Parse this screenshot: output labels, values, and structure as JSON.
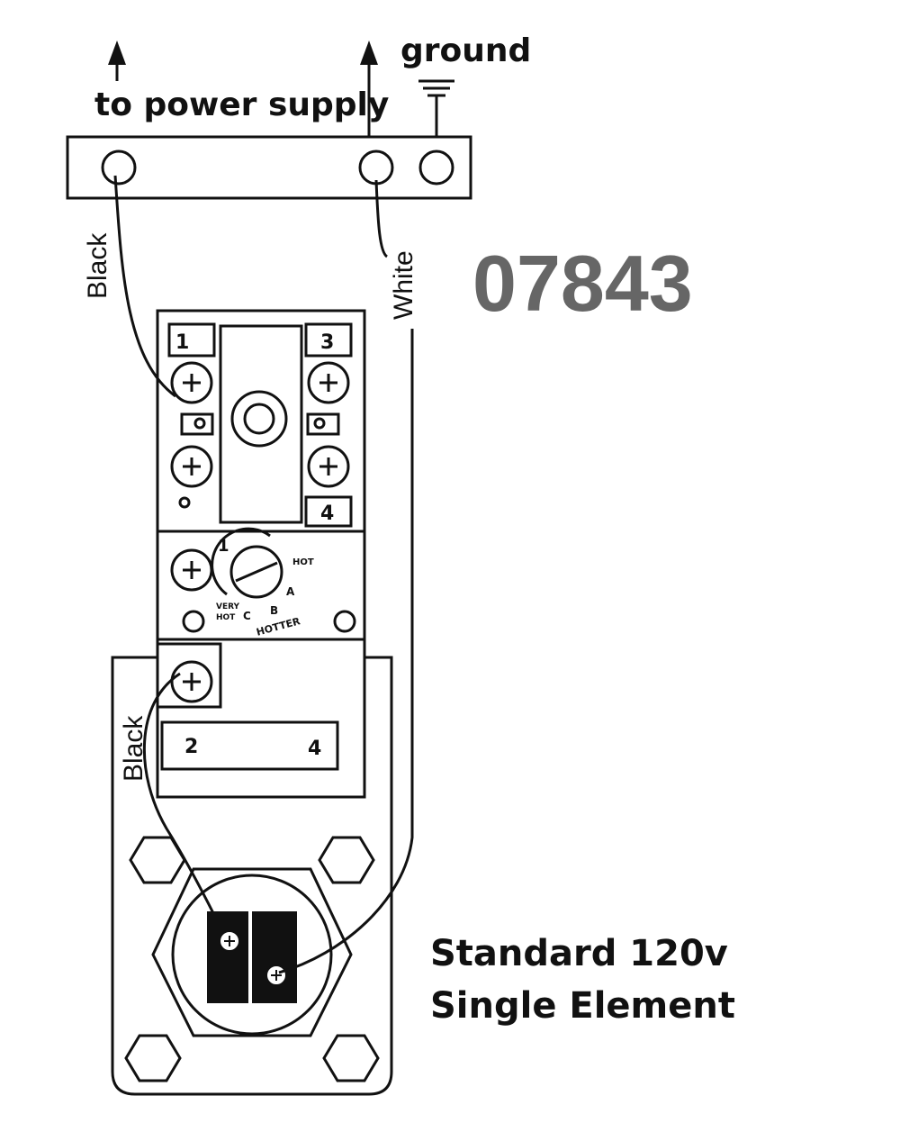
{
  "labels": {
    "power_supply": "to power supply",
    "ground": "ground",
    "wire_black_top": "Black",
    "wire_white": "White",
    "wire_black_bottom": "Black",
    "model_number": "07843",
    "caption_line1": "Standard 120v",
    "caption_line2": "Single Element"
  },
  "thermostat": {
    "terminals": [
      "1",
      "3",
      "4"
    ],
    "dial_marks": {
      "one": "1",
      "hot": "HOT",
      "very_hot_1": "VERY",
      "very_hot_2": "HOT",
      "hotter": "HOTTER",
      "a": "A",
      "b": "B",
      "c": "C"
    }
  },
  "element_block": {
    "terminals": [
      "2",
      "4"
    ]
  },
  "colors": {
    "ink": "#111111",
    "model_gray": "#666666"
  }
}
